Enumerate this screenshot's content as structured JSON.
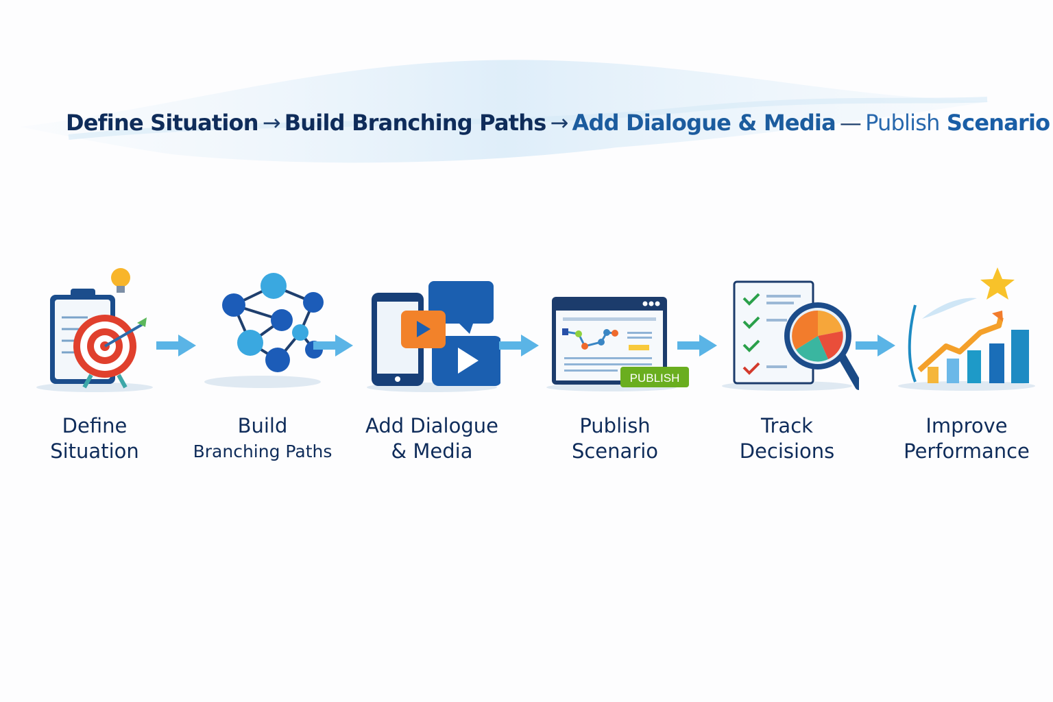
{
  "header": {
    "steps": [
      "Define Situation",
      "Build Branching Paths",
      "Add Dialogue & Media",
      "Publish",
      "Scenario"
    ],
    "arrow": "→",
    "dash": "—"
  },
  "steps": [
    {
      "line1": "Define",
      "line2": "Situation",
      "icon": "target-clipboard-icon"
    },
    {
      "line1": "Build",
      "line2": "Branching Paths",
      "icon": "network-icon"
    },
    {
      "line1": "Add Dialogue",
      "line2": "& Media",
      "icon": "media-dialogue-icon"
    },
    {
      "line1": "Publish",
      "line2": "Scenario",
      "icon": "browser-publish-icon",
      "badge": "PUBLISH"
    },
    {
      "line1": "Track",
      "line2": "Decisions",
      "icon": "checklist-magnifier-icon"
    },
    {
      "line1": "Improve",
      "line2": "Performance",
      "icon": "growth-chart-icon"
    }
  ],
  "colors": {
    "navy": "#0f2c5a",
    "arrow": "#5ab4e6",
    "publish_green": "#6aae1f"
  }
}
